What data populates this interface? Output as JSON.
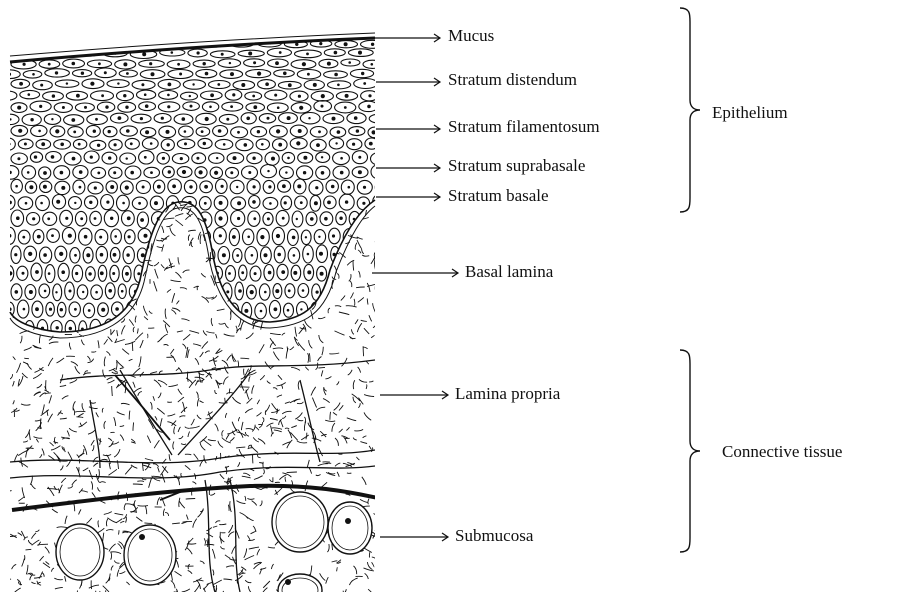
{
  "diagram": {
    "labels": {
      "mucus": "Mucus",
      "stratum_distendum": "Stratum distendum",
      "stratum_filamentosum": "Stratum filamentosum",
      "stratum_suprabasale": "Stratum  suprabasale",
      "stratum_basale": "Stratum  basale",
      "basal_lamina": "Basal lamina",
      "lamina_propria": "Lamina propria",
      "submucosa": "Submucosa"
    },
    "groups": {
      "epithelium": "Epithelium",
      "connective_tissue": "Connective tissue"
    }
  },
  "colors": {
    "ink": "#111111",
    "background": "#ffffff"
  }
}
